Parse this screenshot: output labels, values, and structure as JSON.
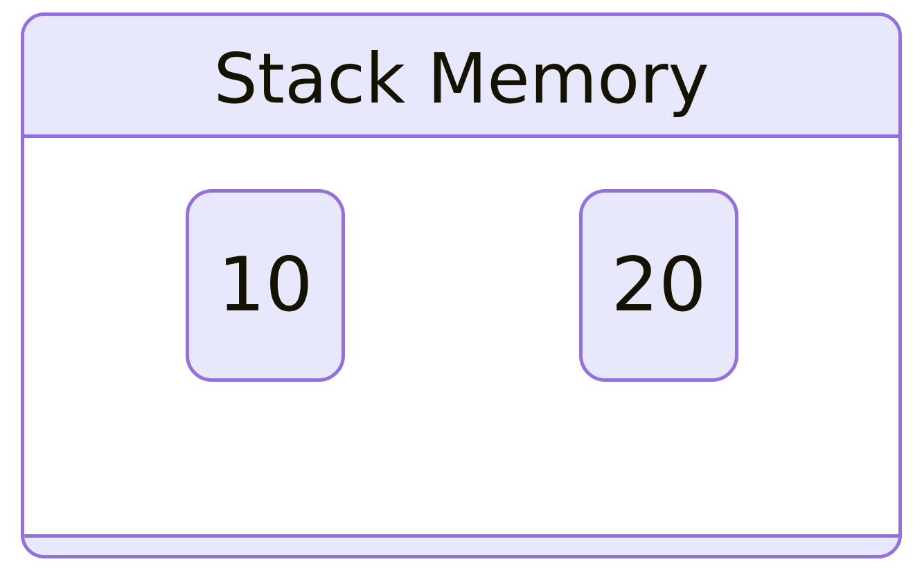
{
  "diagram": {
    "title": "Stack Memory",
    "nodes": [
      {
        "label": "10"
      },
      {
        "label": "20"
      }
    ]
  },
  "colors": {
    "border": "#9370db",
    "fill": "#e8e8fc",
    "text": "#131300",
    "background": "#ffffff"
  }
}
